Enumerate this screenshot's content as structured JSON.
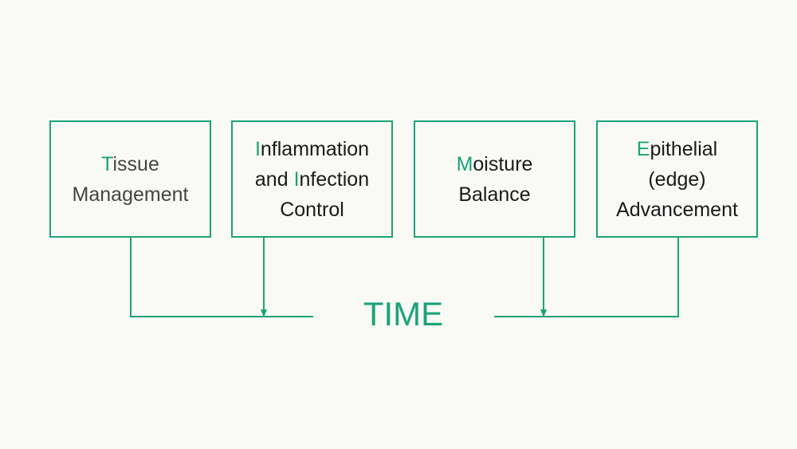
{
  "diagram": {
    "accent_color": "#1aa37a",
    "boxes": [
      {
        "lines": [
          {
            "initial": "T",
            "rest": "issue"
          },
          {
            "initial": "",
            "rest": "Management"
          }
        ]
      },
      {
        "lines": [
          {
            "initial": "I",
            "rest": "nflammation"
          },
          {
            "prefix": "and ",
            "initial": "I",
            "rest": "nfection"
          },
          {
            "initial": "",
            "rest": "Control"
          }
        ]
      },
      {
        "lines": [
          {
            "initial": "M",
            "rest": "oisture"
          },
          {
            "initial": "",
            "rest": "Balance"
          }
        ]
      },
      {
        "lines": [
          {
            "initial": "E",
            "rest": "pithelial"
          },
          {
            "initial": "",
            "rest": "(edge)"
          },
          {
            "initial": "",
            "rest": "Advancement"
          }
        ]
      }
    ],
    "center_label": "TIME"
  }
}
